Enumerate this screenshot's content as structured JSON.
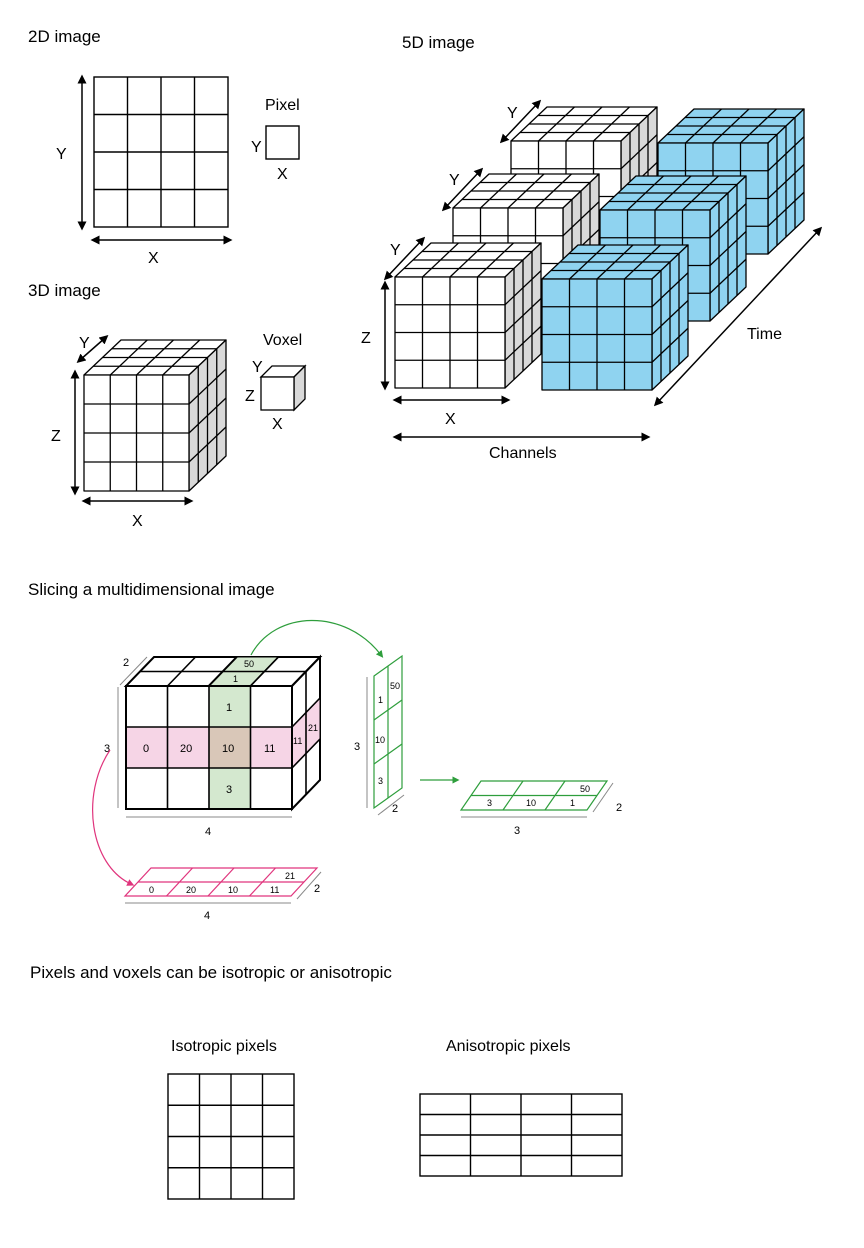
{
  "sections": {
    "image_2d": "2D image",
    "image_3d": "3D image",
    "image_5d": "5D image",
    "slicing": "Slicing a multidimensional image",
    "iso": "Pixels and voxels can be isotropic or anisotropic"
  },
  "labels": {
    "x": "X",
    "y": "Y",
    "z": "Z",
    "pixel": "Pixel",
    "voxel": "Voxel",
    "time": "Time",
    "channels": "Channels",
    "isotropic_pixels": "Isotropic pixels",
    "anisotropic_pixels": "Anisotropic pixels"
  },
  "slicing": {
    "dim_depth": "2",
    "dim_height": "3",
    "dim_width": "4",
    "top_value": "50",
    "top_front_value": "1",
    "green_column": [
      "1",
      "10",
      "3"
    ],
    "pink_row": [
      "0",
      "20",
      "10",
      "11"
    ],
    "pink_side": "11",
    "pink_side_back": "21",
    "green_slice_cells": [
      "1",
      "50",
      "10",
      "3"
    ],
    "green_flat_cells": [
      "3",
      "10",
      "1",
      "50"
    ],
    "pink_slice_cells": [
      "0",
      "20",
      "10",
      "11",
      "21"
    ]
  },
  "colors": {
    "channel_fill": "#8fd3f0",
    "green_fill": "#d4e8cf",
    "green_line": "#2e9e3c",
    "pink_fill": "#f6d5e6",
    "pink_line": "#e0357d",
    "brown_fill": "#d9c7b8"
  }
}
